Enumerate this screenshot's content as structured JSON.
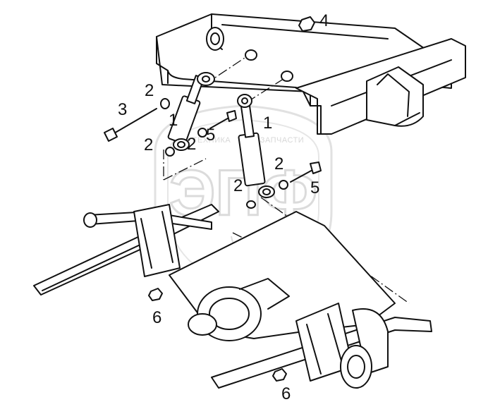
{
  "diagram": {
    "callouts": [
      {
        "id": "c1",
        "text": "4"
      },
      {
        "id": "c2",
        "text": "2"
      },
      {
        "id": "c3",
        "text": "3"
      },
      {
        "id": "c4",
        "text": "1"
      },
      {
        "id": "c5",
        "text": "1"
      },
      {
        "id": "c6",
        "text": "2"
      },
      {
        "id": "c7",
        "text": "5"
      },
      {
        "id": "c8",
        "text": "2"
      },
      {
        "id": "c9",
        "text": "2"
      },
      {
        "id": "c10",
        "text": "2"
      },
      {
        "id": "c11",
        "text": "5"
      },
      {
        "id": "c12",
        "text": "6"
      },
      {
        "id": "c13",
        "text": "6"
      }
    ],
    "watermark": {
      "logo_text": "ЭПФ",
      "ring_text_left": "ТЕХНИКА",
      "ring_text_right": "ЗАПЧАСТИ"
    }
  }
}
